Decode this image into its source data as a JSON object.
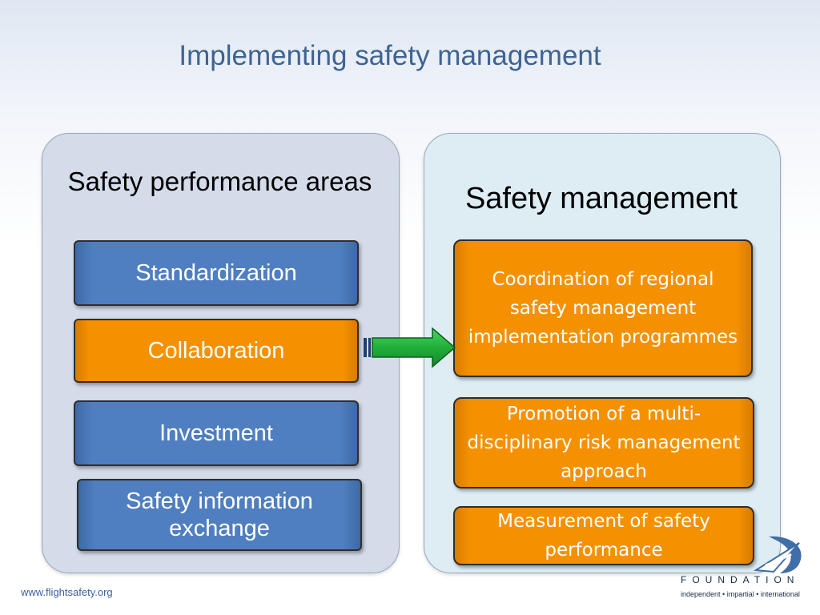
{
  "slide": {
    "title": "Implementing safety management"
  },
  "left_panel": {
    "title": "Safety performance areas",
    "items": [
      {
        "label": "Standardization",
        "color": "#4f7fc0"
      },
      {
        "label": "Collaboration",
        "color": "#f59100"
      },
      {
        "label": "Investment",
        "color": "#4f7fc0"
      },
      {
        "label": "Safety information exchange",
        "color": "#4f7fc0"
      }
    ]
  },
  "right_panel": {
    "title": "Safety management",
    "items": [
      {
        "label": "Coordination of regional safety management implementation programmes",
        "color": "#f59100"
      },
      {
        "label": "Promotion of a multi-disciplinary risk management approach",
        "color": "#f59100"
      },
      {
        "label": "Measurement of safety performance",
        "color": "#f59100"
      }
    ]
  },
  "connector": {
    "icon": "arrow-right-icon",
    "color": "#22b24c"
  },
  "footer": {
    "url": "www.flightsafety.org",
    "logo_word": "FOUNDATION",
    "logo_tagline": "independent • impartial • international",
    "logo_icon": "plane-swoosh-icon"
  }
}
